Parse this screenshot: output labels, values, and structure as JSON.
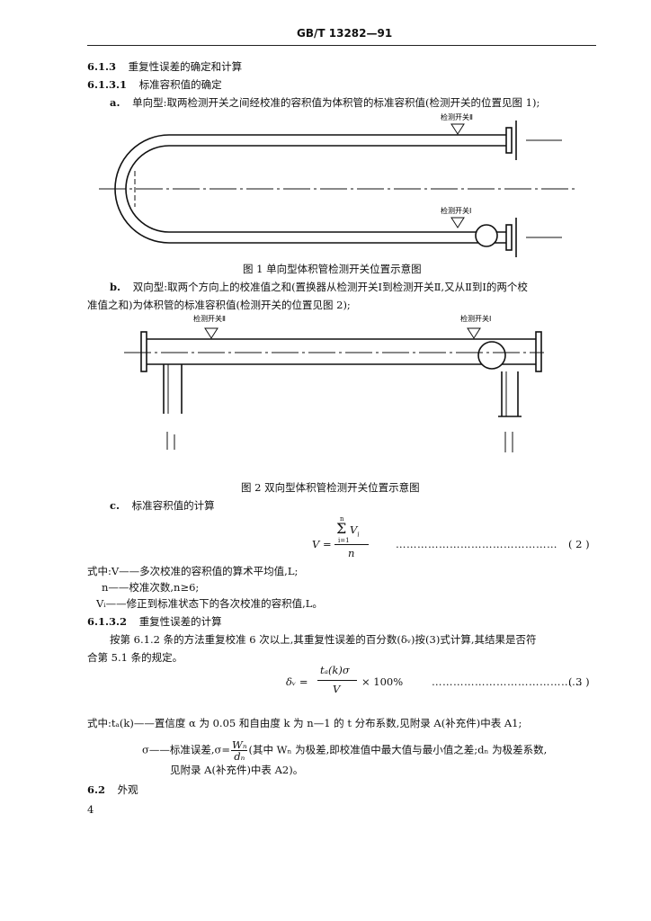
{
  "header": "GB/T 13282—91",
  "s613": {
    "num": "6.1.3",
    "title": "重复性误差的确定和计算"
  },
  "s6131": {
    "num": "6.1.3.1",
    "title": "标准容积值的确定"
  },
  "item_a": {
    "label": "a.",
    "text": "单向型:取两检测开关之间经校准的容积值为体积管的标准容积值(检测开关的位置见图 1);"
  },
  "fig1": {
    "switch2": "检测开关Ⅱ",
    "switch1": "检测开关Ⅰ",
    "caption": "图 1 单向型体积管检测开关位置示意图"
  },
  "item_b": {
    "label": "b.",
    "line1": "双向型:取两个方向上的校准值之和(置换器从检测开关Ⅰ到检测开关Ⅱ,又从Ⅱ到Ⅰ的两个校",
    "line2": "准值之和)为体积管的标准容积值(检测开关的位置见图 2);"
  },
  "fig2": {
    "switch2": "检测开关Ⅱ",
    "switch1": "检测开关Ⅰ",
    "caption": "图 2 双向型体积管检测开关位置示意图"
  },
  "item_c": {
    "label": "c.",
    "text": "标准容积值的计算"
  },
  "eq2": {
    "lhs": "V =",
    "sum_top": "n",
    "sum_sym": "Σ",
    "sum_bottom": "i=1",
    "term": "V",
    "sub": "i",
    "den": "n",
    "dots": "………………………………………",
    "num": "( 2 )"
  },
  "defs2": {
    "l1": "式中:V——多次校准的容积值的算术平均值,L;",
    "l2": "n——校准次数,n≥6;",
    "l3": "Vᵢ——修正到标准状态下的各次校准的容积值,L。"
  },
  "s6132": {
    "num": "6.1.3.2",
    "title": "重复性误差的计算"
  },
  "para1": {
    "line1": "按第 6.1.2 条的方法重复校准 6 次以上,其重复性误差的百分数(δᵥ)按(3)式计算,其结果是否符",
    "line2": "合第 5.1 条的规定。"
  },
  "eq3": {
    "lhs": "δᵥ =",
    "num_expr": "tₐ(k)σ",
    "den": "V",
    "rhs": "× 100%",
    "dots": "……………………………………",
    "num": "( 3 )"
  },
  "defs3": {
    "l1": "式中:tₐ(k)——置信度 α 为 0.05 和自由度 k 为 n—1 的 t 分布系数,见附录 A(补充件)中表 A1;",
    "l2a": "σ——标准误差,σ=",
    "frac_num": "Wₙ",
    "frac_den": "dₙ",
    "l2b": "(其中 Wₙ 为极差,即校准值中最大值与最小值之差;dₙ 为极差系数,",
    "l3": "见附录 A(补充件)中表 A2)。"
  },
  "s62": {
    "num": "6.2",
    "title": "外观"
  },
  "page_number": "4"
}
